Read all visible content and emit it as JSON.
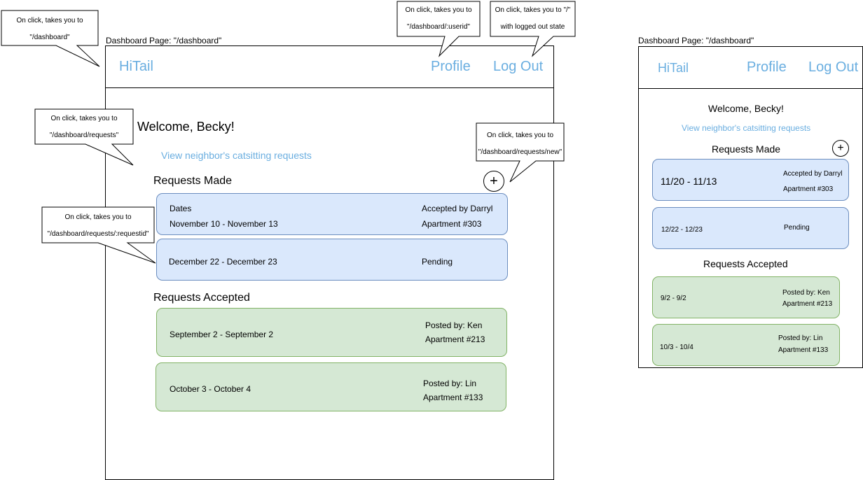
{
  "desktop": {
    "caption": "Dashboard Page: \"/dashboard\"",
    "brand": "HiTail",
    "nav_profile": "Profile",
    "nav_logout": "Log Out",
    "welcome": "Welcome, Becky!",
    "view_link": "View neighbor's catsitting requests",
    "plus_symbol": "+",
    "requests_made_title": "Requests Made",
    "requests_made": [
      {
        "line1": "Dates",
        "line2": "November 10 - November 13",
        "status1": "Accepted by Darryl",
        "status2": "Apartment #303"
      },
      {
        "dates": "December 22 - December 23",
        "status": "Pending"
      }
    ],
    "requests_accepted_title": "Requests Accepted",
    "requests_accepted": [
      {
        "dates": "September 2 - September 2",
        "posted": "Posted by: Ken",
        "apartment": "Apartment #213"
      },
      {
        "dates": "October 3 - October 4",
        "posted": "Posted by: Lin",
        "apartment": "Apartment #133"
      }
    ]
  },
  "mobile": {
    "caption": "Dashboard Page: \"/dashboard\"",
    "brand": "HiTail",
    "nav_profile": "Profile",
    "nav_logout": "Log Out",
    "welcome": "Welcome, Becky!",
    "view_link": "View neighbor's catsitting requests",
    "plus_symbol": "+",
    "requests_made_title": "Requests Made",
    "requests_made": [
      {
        "dates": "11/20 - 11/13",
        "status1": "Accepted by Darryl",
        "status2": "Apartment #303"
      },
      {
        "dates": "12/22 - 12/23",
        "status": "Pending"
      }
    ],
    "requests_accepted_title": "Requests Accepted",
    "requests_accepted": [
      {
        "dates": "9/2 - 9/2",
        "posted": "Posted by: Ken",
        "apartment": "Apartment #213"
      },
      {
        "dates": "10/3 - 10/4",
        "posted": "Posted by: Lin",
        "apartment": "Apartment #133"
      }
    ]
  },
  "callouts": {
    "dashboard": {
      "line1": "On click, takes you to",
      "line2": "\"/dashboard\""
    },
    "profile": {
      "line1": "On click, takes you to",
      "line2": "\"/dashboard/:userid\""
    },
    "logout": {
      "line1": "On click, takes you to \"/\"",
      "line2": "with logged out state"
    },
    "requests": {
      "line1": "On click, takes you to",
      "line2": "\"/dashboard/requests\""
    },
    "new_request": {
      "line1": "On click, takes you to",
      "line2": "\"/dashboard/requests/new\""
    },
    "request_detail": {
      "line1": "On click, takes you to",
      "line2": "\"/dashboard/requests/:requestid\""
    }
  }
}
